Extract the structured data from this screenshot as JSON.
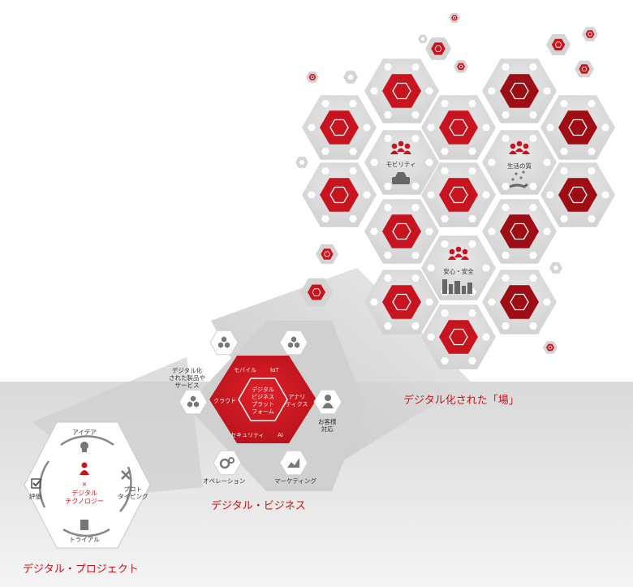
{
  "sections": {
    "project_title": "デジタル・プロジェクト",
    "business_title": "デジタル・ビジネス",
    "field_title": "デジタル化された「場」"
  },
  "project_cycle": {
    "steps": [
      "アイデア",
      "プロト\nタイピング",
      "トライアル",
      "評価"
    ],
    "center": [
      "×",
      "デジタル",
      "テクノロジー"
    ]
  },
  "business": {
    "platform": [
      "デジタル",
      "ビジネス",
      "プラット",
      "フォーム"
    ],
    "inner_labels": [
      "モバイル",
      "IoT",
      "クラウド",
      "アナリ\nティクス",
      "セキュリティ",
      "AI"
    ],
    "outer_labels": [
      "デジタル化\nされた製品や\nサービス",
      "お客様\n対応",
      "オペレーション",
      "マーケティング"
    ]
  },
  "field_labels": [
    "モビリティ",
    "生活の質",
    "安心・安全"
  ],
  "colors": {
    "red": "#c8141e",
    "dark_red": "#9e0c14",
    "gray_hex": "#d6d6d6",
    "light_gray": "#ececec",
    "icon_gray": "#777777"
  },
  "icons": [
    "people-icon",
    "car-icon",
    "hand-sparkle-icon",
    "buildings-icon",
    "lightbulb-icon",
    "tools-icon",
    "clipboard-icon",
    "checklist-icon",
    "person-icon",
    "cubes-icon",
    "gears-icon",
    "chart-icon"
  ]
}
